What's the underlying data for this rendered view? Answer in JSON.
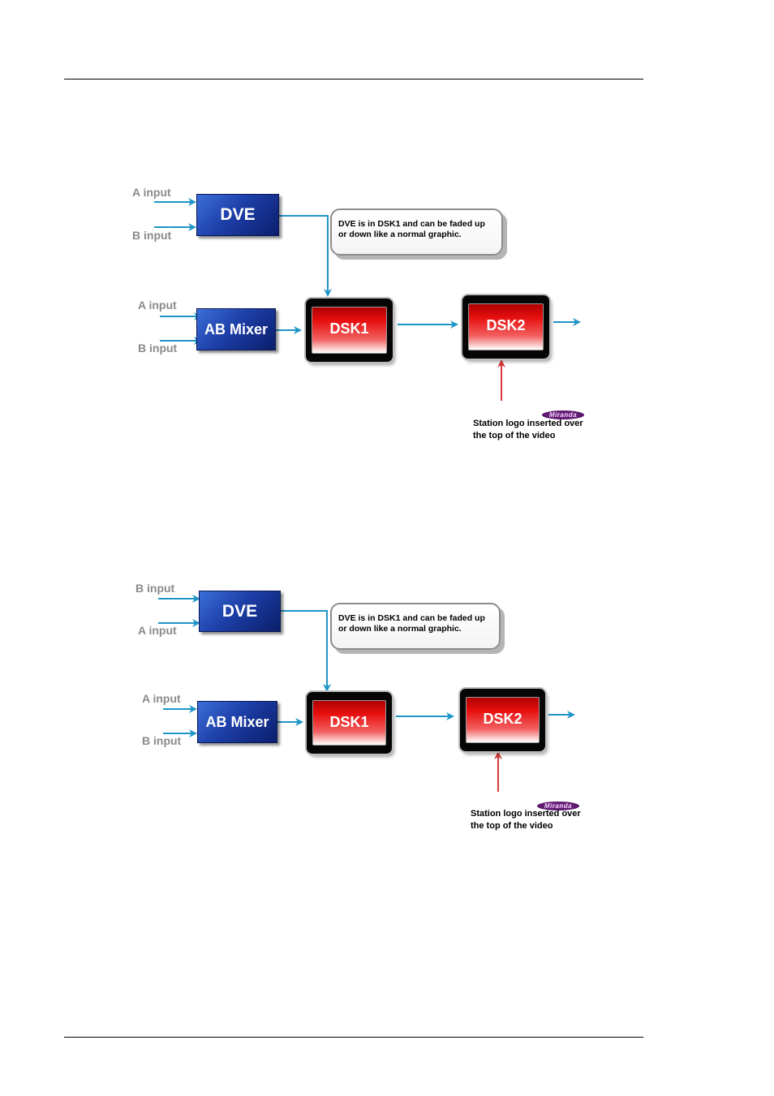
{
  "diagrams": [
    {
      "dve_inputs": [
        "A input",
        "B input"
      ],
      "dve_label": "DVE",
      "mixer_inputs": [
        "A input",
        "B input"
      ],
      "mixer_label": "AB Mixer",
      "dsk1_label": "DSK1",
      "dsk2_label": "DSK2",
      "callout_lines": [
        "DVE is in DSK1 and can be faded up",
        "or down like a normal graphic."
      ],
      "note_lines": [
        "Station logo inserted over",
        "the top of the video"
      ],
      "logo_text": "Miranda"
    },
    {
      "dve_inputs": [
        "B input",
        "A input"
      ],
      "dve_label": "DVE",
      "mixer_inputs": [
        "A input",
        "B input"
      ],
      "mixer_label": "AB Mixer",
      "dsk1_label": "DSK1",
      "dsk2_label": "DSK2",
      "callout_lines": [
        "DVE is in DSK1 and can be faded up",
        "or down like a normal graphic."
      ],
      "note_lines": [
        "Station logo inserted over",
        "the top of the video"
      ],
      "logo_text": "Miranda"
    }
  ],
  "colors": {
    "signal_arrow": "#1e95c8",
    "logo_arrow": "#d83a3a",
    "box_blue": "#1d3fa8",
    "dsk_red": "#e81010"
  }
}
